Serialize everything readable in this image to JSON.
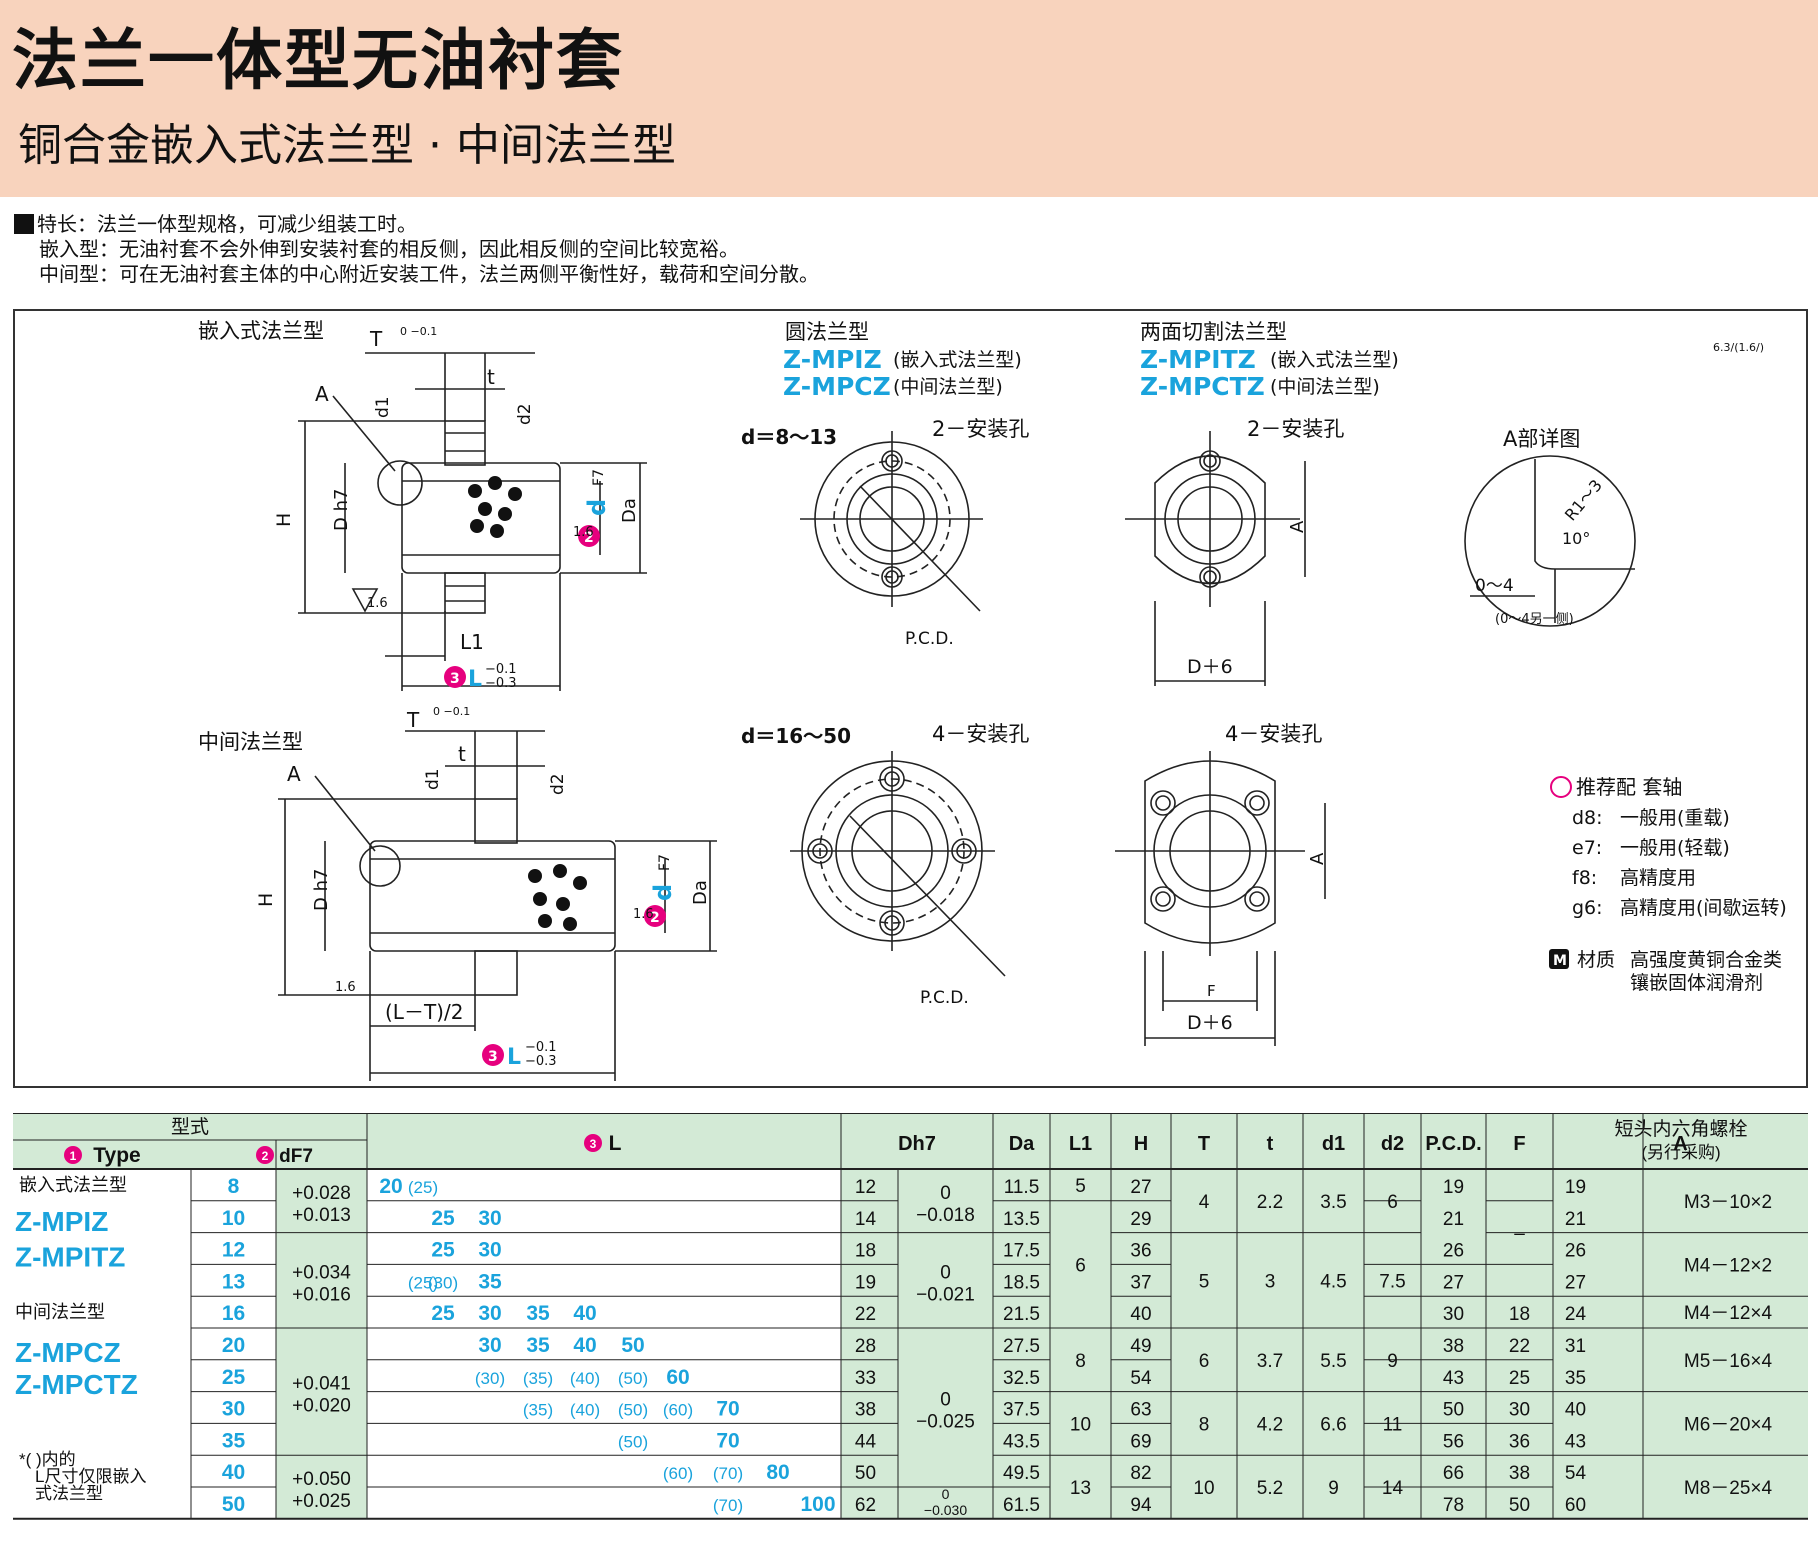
{
  "header": {
    "title": "法兰一体型无油衬套",
    "subtitle": "铜合金嵌入式法兰型 · 中间法兰型"
  },
  "features": [
    "特长：法兰一体型规格，可减少组装工时。",
    "嵌入型：无油衬套不会外伸到安装衬套的相反侧，因此相反侧的空间比较宽裕。",
    "中间型：可在无油衬套主体的中心附近安装工件，法兰两侧平衡性好，载荷和空间分散。"
  ],
  "drawing": {
    "embedded_title": "嵌入式法兰型",
    "middle_title": "中间法兰型",
    "round_title": "圆法兰型",
    "round_model1": "Z-MPIZ",
    "round_model1_note": "(嵌入式法兰型)",
    "round_model2": "Z-MPCZ",
    "round_model2_note": "(中间法兰型)",
    "cut_title": "两面切割法兰型",
    "cut_model1": "Z-MPITZ",
    "cut_model1_note": "(嵌入式法兰型)",
    "cut_model2": "Z-MPCTZ",
    "cut_model2_note": "(中间法兰型)",
    "range_small": "d＝8～13",
    "range_large": "d＝16～50",
    "holes2": "2－安装孔",
    "holes4": "4－安装孔",
    "pcd": "P.C.D.",
    "d6": "D＋6",
    "f": "F",
    "a": "A",
    "detail_title": "A部详图",
    "detail_r": "R1～3",
    "detail_angle": "10°",
    "detail_04": "0～4",
    "detail_note": "(0～4另一侧)",
    "roughness": "6.3/(1.6/)",
    "fit_title": "推荐配 套轴",
    "fits": [
      {
        "code": "d8:",
        "text": "一般用(重载)"
      },
      {
        "code": "e7:",
        "text": "一般用(轻载)"
      },
      {
        "code": "f8:",
        "text": "高精度用"
      },
      {
        "code": "g6:",
        "text": "高精度用(间歇运转)"
      }
    ],
    "material_label": "材质",
    "material_1": "高强度黄铜合金类",
    "material_2": "镶嵌固体润滑剂",
    "dim_T": "T",
    "dim_T_tol": "0 −0.1",
    "dim_t": "t",
    "dim_d1": "d1",
    "dim_d2": "d2",
    "dim_H": "H",
    "dim_D": "D h7",
    "dim_d": "d",
    "dim_dF7": "F7",
    "dim_Da": "Da",
    "dim_L1": "L1",
    "dim_L": "L",
    "dim_L_tol1": "−0.1",
    "dim_L_tol2": "−0.3",
    "dim_LT": "(L－T)/2",
    "rough_16": "1.6",
    "label_A": "A"
  },
  "table": {
    "headers": {
      "type_group": "型式",
      "type": "Type",
      "df7": "dF7",
      "L": "L",
      "Dh7": "Dh7",
      "Da": "Da",
      "L1": "L1",
      "H": "H",
      "T": "T",
      "t": "t",
      "d1": "d1",
      "d2": "d2",
      "pcd": "P.C.D.",
      "F": "F",
      "A": "A",
      "screw_1": "短头内六角螺栓",
      "screw_2": "(另行采购)"
    },
    "type_labels": {
      "embedded": "嵌入式法兰型",
      "m1": "Z-MPIZ",
      "m2": "Z-MPITZ",
      "middle": "中间法兰型",
      "m3": "Z-MPCZ",
      "m4": "Z-MPCTZ",
      "note1": "*(  )内的",
      "note2": "L尺寸仅限嵌入",
      "note3": "式法兰型"
    },
    "d_values": [
      "8",
      "10",
      "12",
      "13",
      "16",
      "20",
      "25",
      "30",
      "35",
      "40",
      "50"
    ],
    "df7_tols": [
      {
        "a": "+0.028",
        "b": "+0.013"
      },
      {
        "a": "+0.034",
        "b": "+0.016"
      },
      {
        "a": "+0.041",
        "b": "+0.020"
      },
      {
        "a": "+0.050",
        "b": "+0.025"
      }
    ],
    "L_rows": [
      [
        "20",
        "(25)",
        "",
        "",
        "",
        "",
        "",
        "",
        "",
        "",
        ""
      ],
      [
        "",
        "",
        "25",
        "30",
        "",
        "",
        "",
        "",
        "",
        "",
        ""
      ],
      [
        "",
        "",
        "25",
        "30",
        "",
        "",
        "",
        "",
        "",
        "",
        ""
      ],
      [
        "",
        "(25)",
        "(30)",
        "35",
        "",
        "",
        "",
        "",
        "",
        "",
        ""
      ],
      [
        "",
        "",
        "25",
        "30",
        "35",
        "40",
        "",
        "",
        "",
        "",
        ""
      ],
      [
        "",
        "",
        "",
        "30",
        "35",
        "40",
        "50",
        "",
        "",
        "",
        ""
      ],
      [
        "",
        "",
        "",
        "(30)",
        "(35)",
        "(40)",
        "(50)",
        "60",
        "",
        "",
        ""
      ],
      [
        "",
        "",
        "",
        "",
        "(35)",
        "(40)",
        "(50)",
        "(60)",
        "70",
        "",
        ""
      ],
      [
        "",
        "",
        "",
        "",
        "",
        "",
        "(50)",
        "",
        "70",
        "",
        ""
      ],
      [
        "",
        "",
        "",
        "",
        "",
        "",
        "",
        "(60)",
        "(70)",
        "80",
        ""
      ],
      [
        "",
        "",
        "",
        "",
        "",
        "",
        "",
        "",
        "(70)",
        "",
        "100"
      ]
    ],
    "Dh7": [
      "12",
      "14",
      "18",
      "19",
      "22",
      "28",
      "33",
      "38",
      "44",
      "50",
      "62"
    ],
    "Dh7_tols": [
      {
        "a": "0",
        "b": "−0.018"
      },
      {
        "a": "0",
        "b": "−0.021"
      },
      {
        "a": "0",
        "b": "−0.025"
      },
      {
        "a": "0",
        "b": "−0.030"
      }
    ],
    "Da": [
      "11.5",
      "13.5",
      "17.5",
      "18.5",
      "21.5",
      "27.5",
      "32.5",
      "37.5",
      "43.5",
      "49.5",
      "61.5"
    ],
    "L1": [
      "5",
      "6",
      "8",
      "10",
      "13"
    ],
    "H": [
      "27",
      "29",
      "36",
      "37",
      "40",
      "49",
      "54",
      "63",
      "69",
      "82",
      "94"
    ],
    "T": [
      "4",
      "5",
      "6",
      "8",
      "10"
    ],
    "t": [
      "2.2",
      "3",
      "3.7",
      "4.2",
      "5.2"
    ],
    "d1": [
      "3.5",
      "4.5",
      "5.5",
      "6.6",
      "9"
    ],
    "d2": [
      "6",
      "7.5",
      "9",
      "11",
      "14"
    ],
    "pcd": [
      "19",
      "21",
      "26",
      "27",
      "30",
      "38",
      "43",
      "50",
      "56",
      "66",
      "78"
    ],
    "F": [
      "–",
      "18",
      "22",
      "25",
      "30",
      "36",
      "38",
      "50"
    ],
    "A": [
      "19",
      "21",
      "26",
      "27",
      "24",
      "31",
      "35",
      "40",
      "43",
      "54",
      "60"
    ],
    "screws": [
      "M3－10×2",
      "M4－12×2",
      "M4－12×4",
      "M5－16×4",
      "M6－20×4",
      "M8－25×4"
    ]
  },
  "colors": {
    "header_bg": "#f8d3bd",
    "accent_cyan": "#1aa3dc",
    "accent_magenta": "#e6007e",
    "table_green": "#d3ead6"
  }
}
